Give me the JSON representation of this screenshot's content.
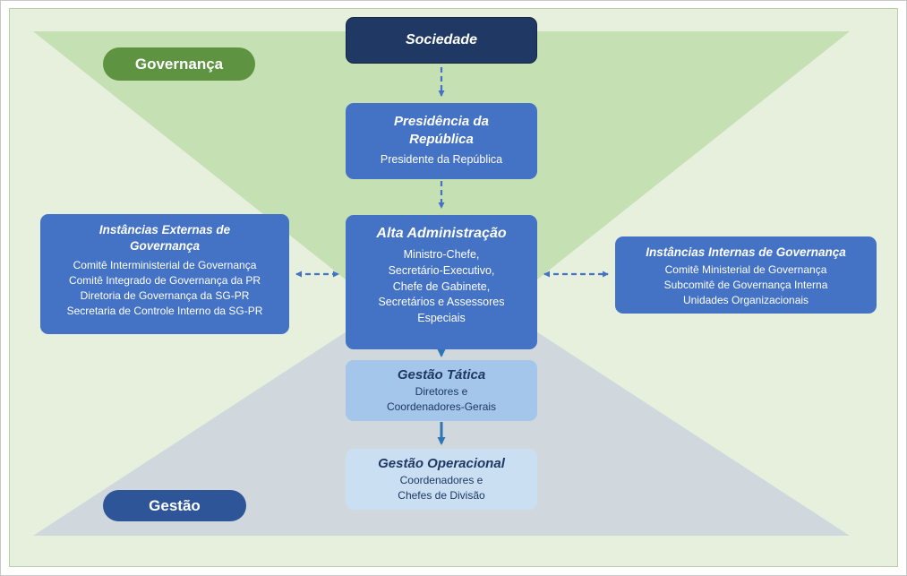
{
  "pills": {
    "governanca": "Governança",
    "gestao": "Gestão"
  },
  "nodes": {
    "sociedade": {
      "title": "Sociedade"
    },
    "presidencia": {
      "title": "Presidência da República",
      "subtitle": "Presidente da República"
    },
    "alta": {
      "title": "Alta Administração",
      "lines": [
        "Ministro-Chefe,",
        "Secretário-Executivo,",
        "Chefe de Gabinete,",
        "Secretários e Assessores",
        "Especiais"
      ]
    },
    "externas": {
      "title": "Instâncias Externas de Governança",
      "lines": [
        "Comitê Interministerial de Governança",
        "Comitê Integrado de Governança da PR",
        "Diretoria de Governança da SG-PR",
        "Secretaria de Controle Interno da SG-PR"
      ]
    },
    "internas": {
      "title": "Instâncias Internas de Governança",
      "lines": [
        "Comitê Ministerial de Governança",
        "Subcomitê de Governança Interna",
        "Unidades Organizacionais"
      ]
    },
    "tatica": {
      "title": "Gestão Tática",
      "lines": [
        "Diretores e",
        "Coordenadores-Gerais"
      ]
    },
    "operacional": {
      "title": "Gestão Operacional",
      "lines": [
        "Coordenadores e",
        "Chefes de Divisão"
      ]
    }
  },
  "colors": {
    "navy": "#1f3864",
    "blue": "#4472c4",
    "light_blue": "#a3c6ea",
    "lighter_blue": "#cbdff2",
    "green_pill": "#5e9342",
    "navy_pill": "#2e5597",
    "green_triangle": "#c5e0b3",
    "gray_triangle": "#cdd4de",
    "background": "#e6f0dd",
    "arrow": "#4472c4"
  }
}
